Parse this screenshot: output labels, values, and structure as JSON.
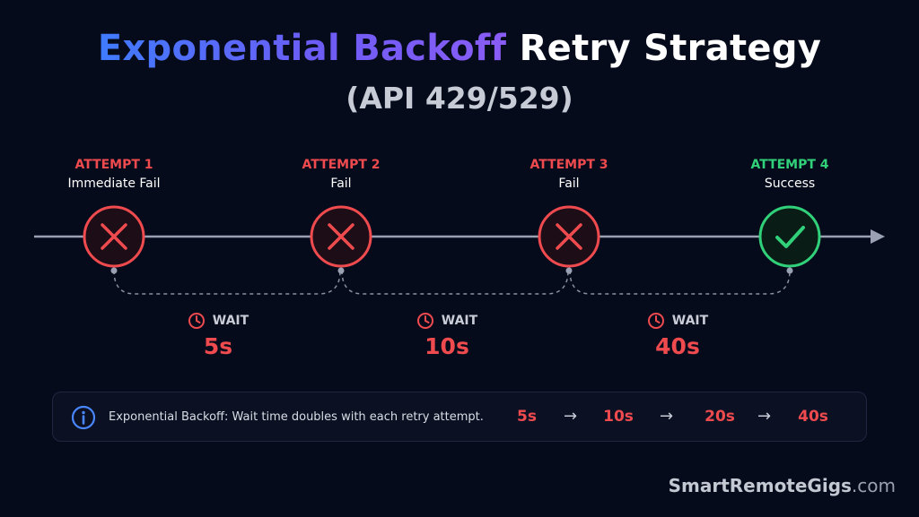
{
  "title": {
    "highlight": "Exponential Backoff",
    "rest": "Retry Strategy"
  },
  "subtitle": "(API 429/529)",
  "attempts": [
    {
      "label": "ATTEMPT 1",
      "status": "Immediate Fail",
      "result": "fail",
      "icon": "x-icon"
    },
    {
      "label": "ATTEMPT 2",
      "status": "Fail",
      "result": "fail",
      "icon": "x-icon"
    },
    {
      "label": "ATTEMPT 3",
      "status": "Fail",
      "result": "fail",
      "icon": "x-icon"
    },
    {
      "label": "ATTEMPT 4",
      "status": "Success",
      "result": "success",
      "icon": "check-icon"
    }
  ],
  "waits": [
    {
      "label": "WAIT",
      "value": "5s",
      "icon": "clock-icon"
    },
    {
      "label": "WAIT",
      "value": "10s",
      "icon": "clock-icon"
    },
    {
      "label": "WAIT",
      "value": "40s",
      "icon": "clock-icon"
    }
  ],
  "info": {
    "icon": "info-icon",
    "text": "Exponential Backoff: Wait time doubles with each retry attempt.",
    "sequence": [
      "5s",
      "10s",
      "20s",
      "40s"
    ],
    "arrow": "→"
  },
  "brand": {
    "bold": "SmartRemoteGigs",
    "suffix": ".com"
  },
  "colors": {
    "background": "#060b1c",
    "fail": "#ef4b4f",
    "success": "#31d17a",
    "timeline": "#9aa1b2",
    "title_gradient": [
      "#3f7bff",
      "#8a5cf6"
    ]
  }
}
